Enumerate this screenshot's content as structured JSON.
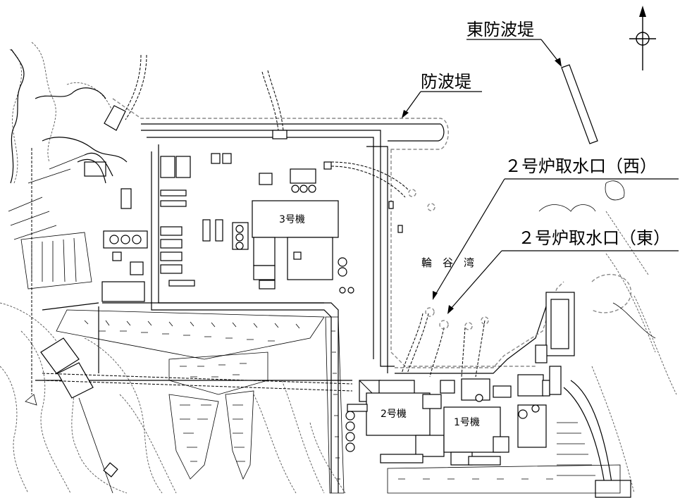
{
  "labels": {
    "east_breakwater": "東防波堤",
    "breakwater": "防波堤",
    "intake_west": "２号炉取水口（西）",
    "intake_east": "２号炉取水口（東）",
    "bay": "輪　谷　湾",
    "unit3": "3号機",
    "unit2": "2号機",
    "unit1": "1号機"
  },
  "icons": {
    "north_arrow": "north-arrow-icon"
  }
}
